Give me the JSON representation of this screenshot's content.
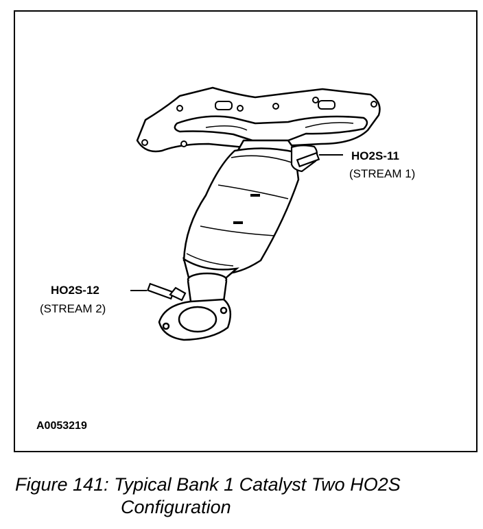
{
  "sensor_11": {
    "name": "HO2S-11",
    "stream": "(STREAM 1)"
  },
  "sensor_12": {
    "name": "HO2S-12",
    "stream": "(STREAM 2)"
  },
  "reference_code": "A0053219",
  "caption": {
    "line1": "Figure 141: Typical Bank 1 Catalyst Two HO2S",
    "line2": "Configuration"
  }
}
